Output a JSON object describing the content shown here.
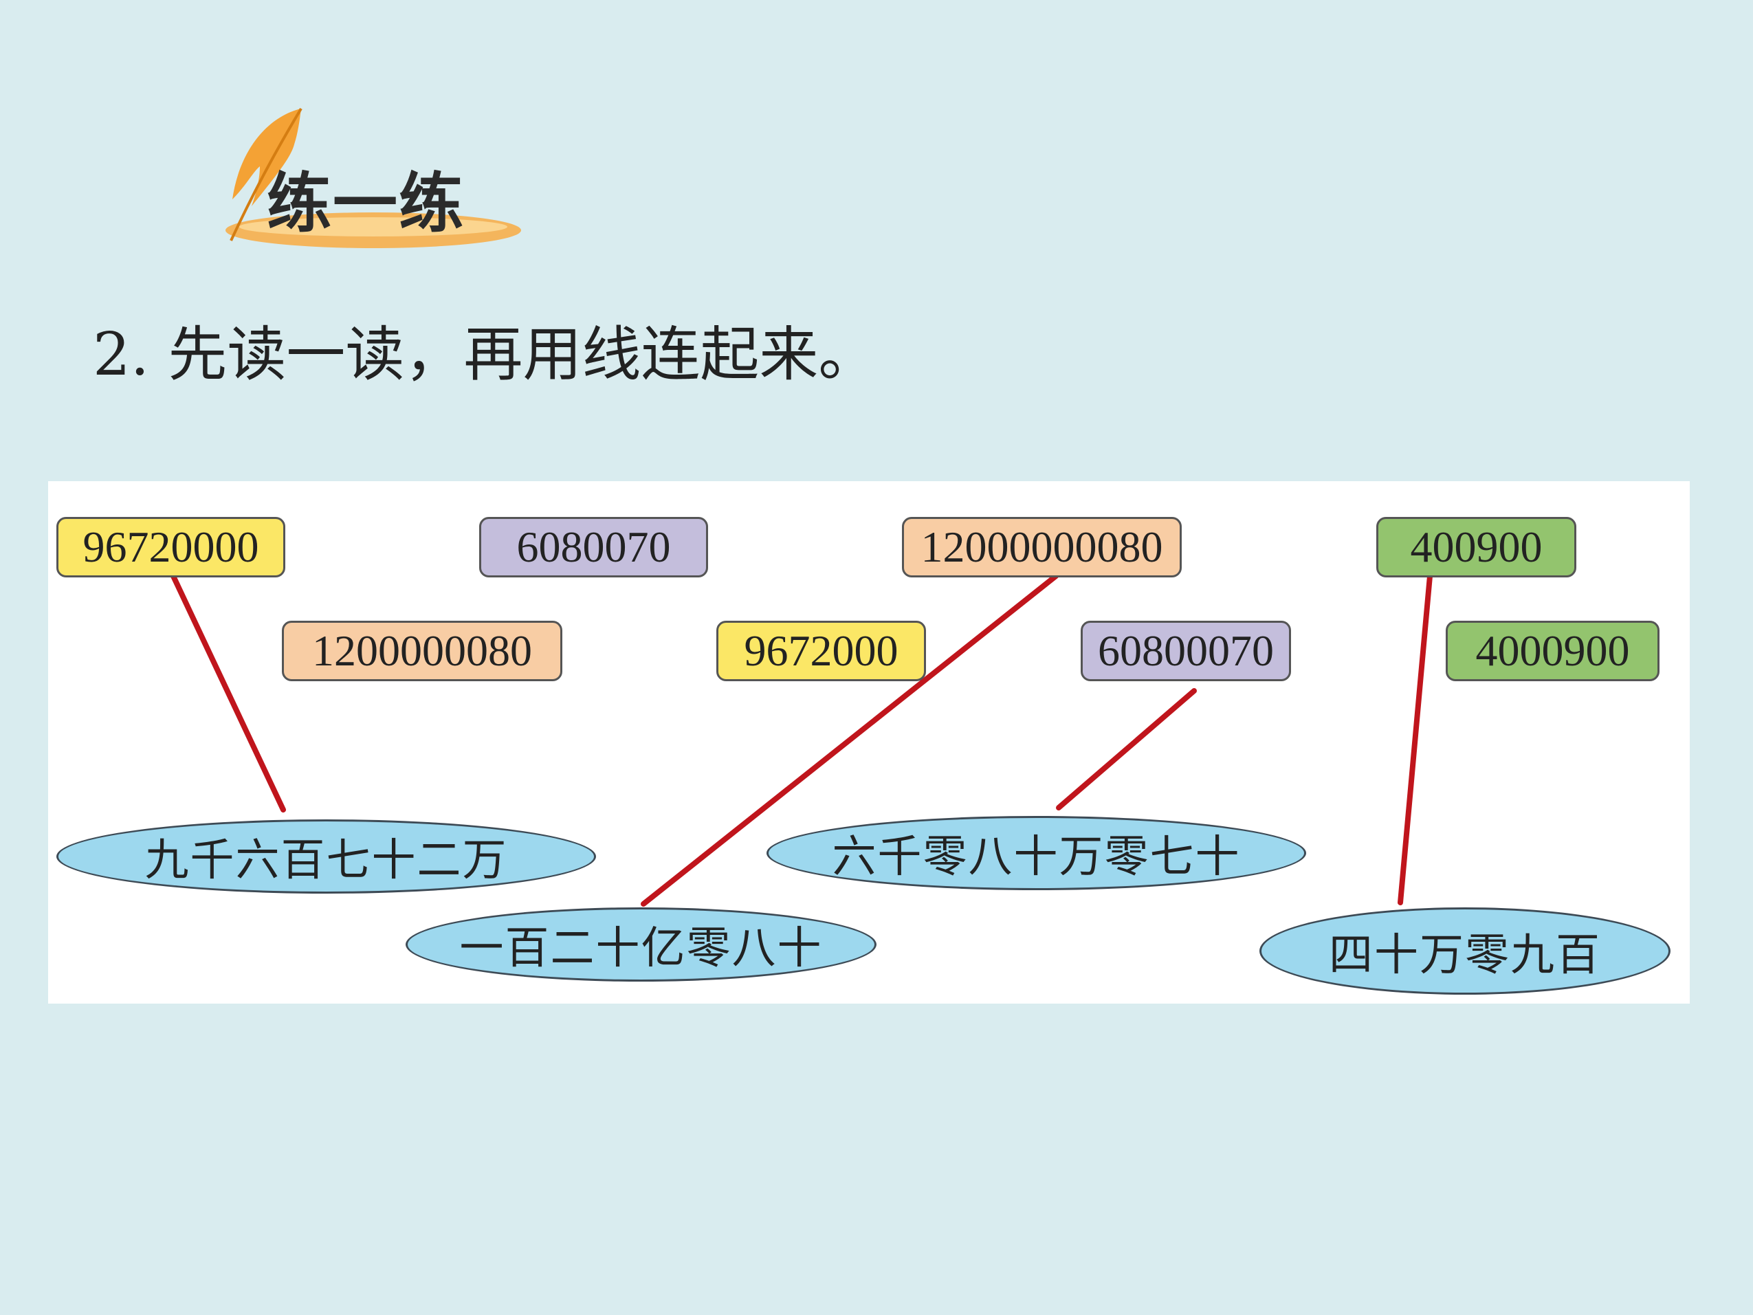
{
  "badge": {
    "title": "练一练"
  },
  "question": "2. 先读一读，再用线连起来。",
  "numbers": [
    "96720000",
    "6080070",
    "12000000080",
    "400900",
    "1200000080",
    "9672000",
    "60800070",
    "4000900"
  ],
  "words": [
    "九千六百七十二万",
    "六千零八十万零七十",
    "一百二十亿零八十",
    "四十万零九百"
  ],
  "colors": {
    "background": "#d9ecef",
    "yellow": "#fbe766",
    "purple": "#c4bedc",
    "peach": "#f8cda4",
    "green": "#93c46e",
    "oval": "#9dd8ee",
    "connector": "#c0151c"
  },
  "connections": [
    {
      "number": "96720000",
      "word": "九千六百七十二万"
    },
    {
      "number": "12000000080",
      "word": "一百二十亿零八十"
    },
    {
      "number": "60800070",
      "word": "六千零八十万零七十"
    },
    {
      "number": "400900",
      "word": "四十万零九百"
    }
  ]
}
